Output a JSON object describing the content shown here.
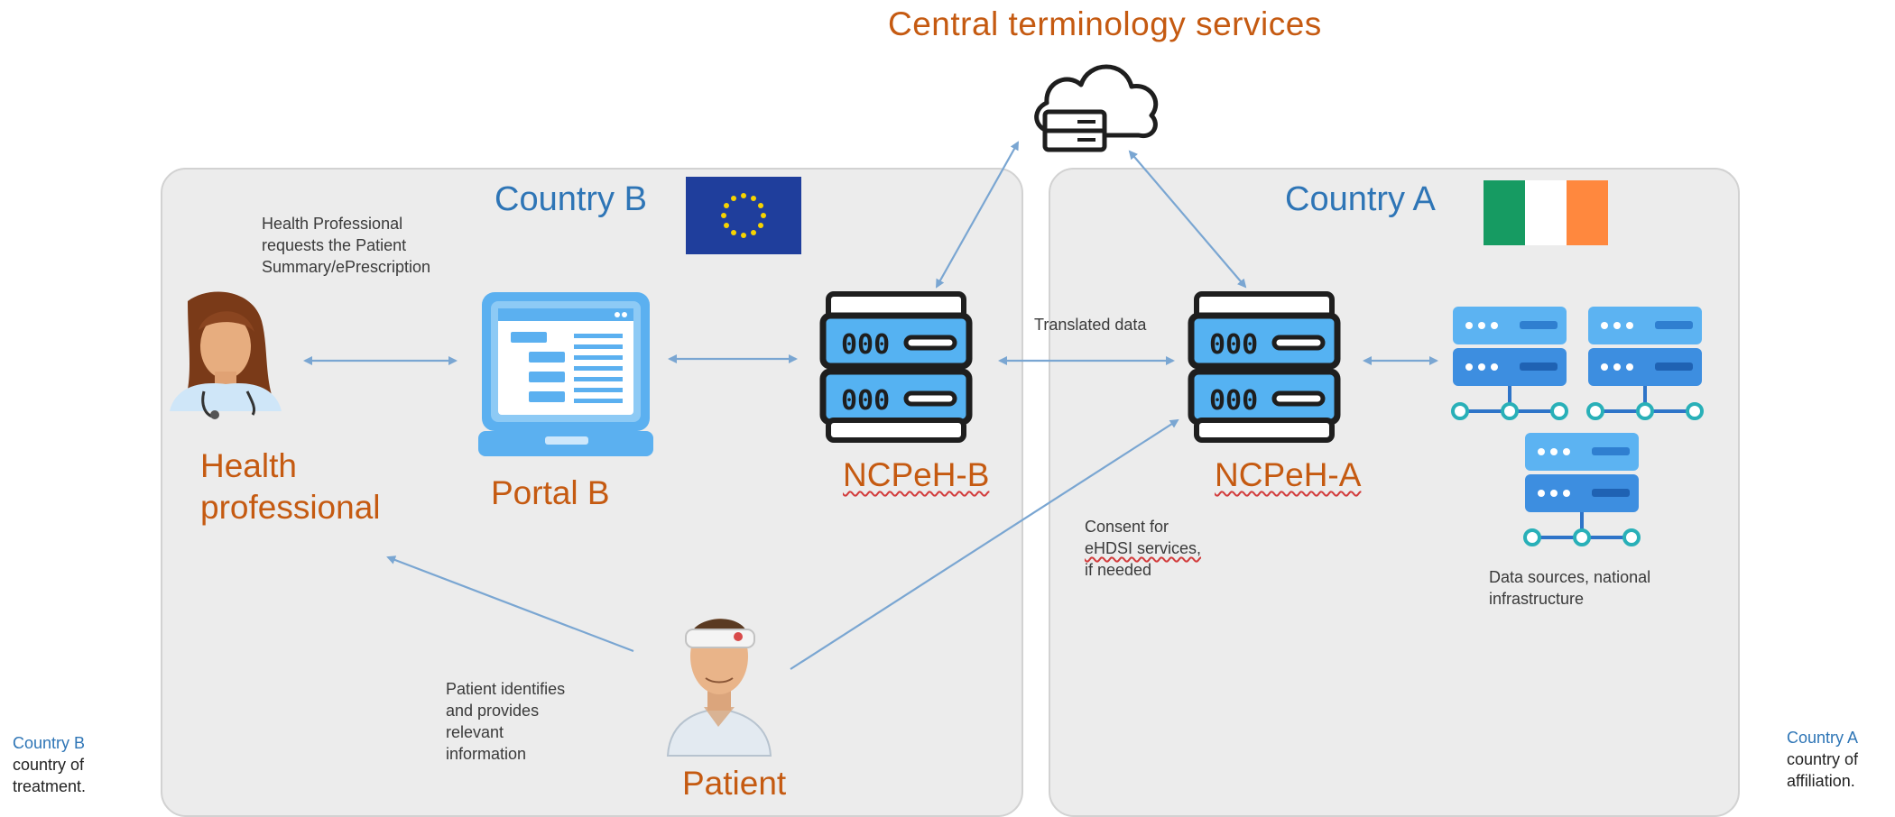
{
  "header": {
    "title": "Central terminology services"
  },
  "country_b": {
    "title": "Country B",
    "request_text": [
      "Health Professional",
      "requests the Patient",
      "Summary/ePrescription"
    ],
    "health_professional_label": [
      "Health",
      "professional"
    ],
    "portal_label": "Portal B",
    "ncp_label": "NCPeH-B",
    "patient_text": [
      "Patient identifies",
      "and provides",
      "relevant",
      "information"
    ],
    "patient_label": "Patient"
  },
  "country_a": {
    "title": "Country A",
    "translated_data": "Translated data",
    "ncp_label": "NCPeH-A",
    "consent_text": [
      "Consent for",
      "eHDSI services,",
      "if needed"
    ],
    "data_sources_text": [
      "Data sources, national",
      "infrastructure"
    ]
  },
  "side_notes": {
    "left": {
      "country": "Country B",
      "desc": [
        "country of",
        "treatment."
      ]
    },
    "right": {
      "country": "Country A",
      "desc": [
        "country of",
        "affiliation."
      ]
    }
  },
  "icons": {
    "cloud": "cloud-server-icon",
    "eu_flag": "eu-flag-icon",
    "ie_flag": "ireland-flag-icon",
    "doctor": "doctor-avatar-icon",
    "portal": "laptop-portal-icon",
    "ncp_b": "server-icon",
    "ncp_a": "server-icon",
    "patient": "patient-avatar-icon",
    "datasources": "database-network-icon"
  },
  "colors": {
    "accent_orange": "#c55a11",
    "accent_blue": "#2e75b6",
    "panel_bg": "#ececec",
    "arrow": "#7aa6d2",
    "server_blue": "#5bb0f0",
    "eu_blue": "#1f3e9c",
    "eu_star": "#f6d300",
    "ie_green": "#169b62",
    "ie_orange": "#ff883e"
  }
}
